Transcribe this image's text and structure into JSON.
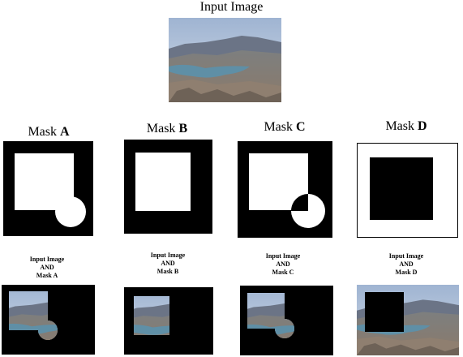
{
  "title": "Input Image",
  "masks": [
    {
      "prefix": "Mask ",
      "letter": "A",
      "caption": [
        "Input Image",
        "AND",
        "Mask A"
      ]
    },
    {
      "prefix": "Mask ",
      "letter": "B",
      "caption": [
        "Input Image",
        "AND",
        "Mask B"
      ]
    },
    {
      "prefix": "Mask ",
      "letter": "C",
      "caption": [
        "Input Image",
        "AND",
        "Mask C"
      ]
    },
    {
      "prefix": "Mask ",
      "letter": "D",
      "caption": [
        "Input Image",
        "AND",
        "Mask D"
      ]
    }
  ],
  "colors": {
    "sky": "#b7c6da",
    "mountain": "#6f7a8c",
    "lake": "#5f8fa6",
    "land": "#8d8578"
  }
}
